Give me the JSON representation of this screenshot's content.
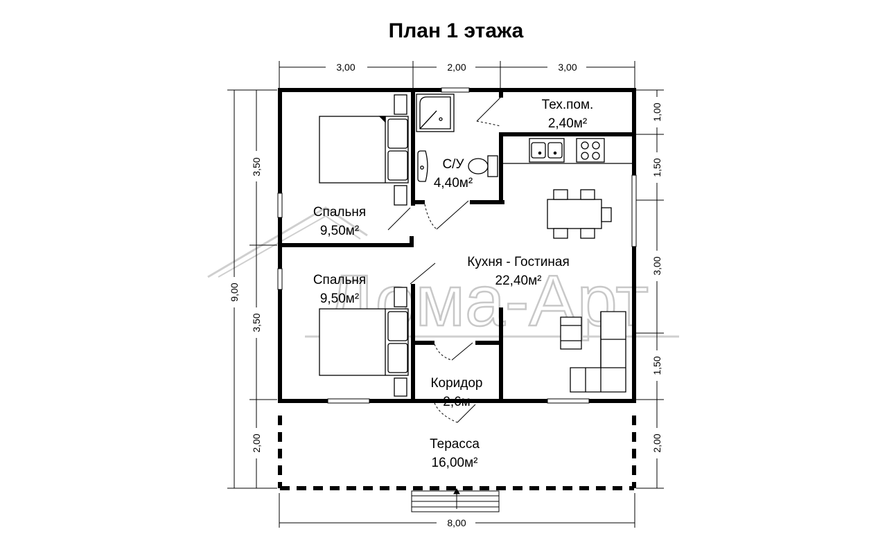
{
  "title": "План 1 этажа",
  "watermark": "Дома-Арт",
  "dimensions": {
    "top": [
      "3,00",
      "2,00",
      "3,00"
    ],
    "bottom": "8,00",
    "left_total": "9,00",
    "left": [
      "3,50",
      "3,50",
      "2,00"
    ],
    "right": [
      "1,00",
      "1,50",
      "3,00",
      "1,50",
      "2,00"
    ]
  },
  "rooms": {
    "bedroom_top": {
      "name": "Спальня",
      "area": "9,50м²"
    },
    "bedroom_bottom": {
      "name": "Спальня",
      "area": "9,50м²"
    },
    "bathroom": {
      "name": "С/У",
      "area": "4,40м²"
    },
    "tech_room": {
      "name": "Тех.пом.",
      "area": "2,40м²"
    },
    "kitchen_living": {
      "name": "Кухня - Гостиная",
      "area": "22,40м²"
    },
    "corridor": {
      "name": "Коридор",
      "area": "2,6м"
    },
    "terrace": {
      "name": "Терасса",
      "area": "16,00м²"
    }
  }
}
